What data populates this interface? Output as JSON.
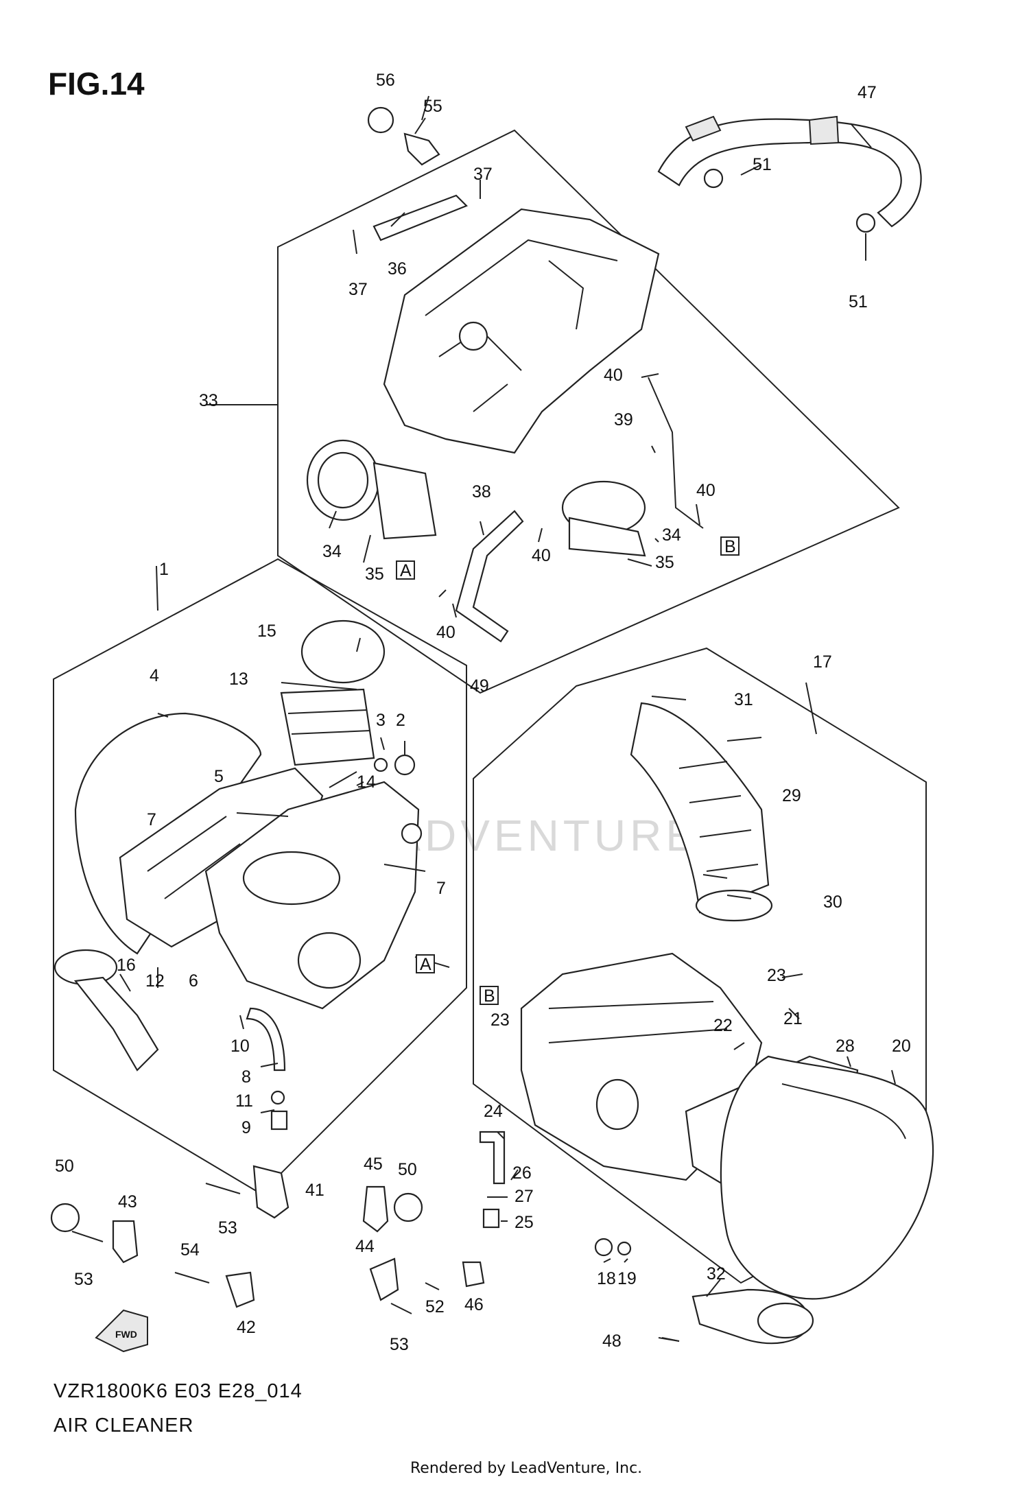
{
  "figure": {
    "title": "FIG.14",
    "model_code": "VZR1800K6 E03 E28_014",
    "section_name": "AIR CLEANER",
    "credit": "Rendered by LeadVenture, Inc.",
    "watermark": "LEADVENTURE"
  },
  "callouts": [
    "1",
    "2",
    "3",
    "4",
    "5",
    "6",
    "7",
    "7",
    "8",
    "9",
    "10",
    "11",
    "12",
    "13",
    "14",
    "15",
    "16",
    "17",
    "18",
    "19",
    "20",
    "21",
    "22",
    "23",
    "23",
    "24",
    "25",
    "26",
    "27",
    "28",
    "29",
    "30",
    "31",
    "32",
    "33",
    "34",
    "34",
    "35",
    "35",
    "36",
    "37",
    "37",
    "38",
    "39",
    "40",
    "40",
    "40",
    "40",
    "41",
    "42",
    "43",
    "44",
    "45",
    "46",
    "47",
    "48",
    "49",
    "50",
    "50",
    "51",
    "51",
    "52",
    "53",
    "53",
    "53",
    "54",
    "55",
    "56"
  ],
  "reference_markers": [
    "A",
    "A",
    "B",
    "B"
  ],
  "fwd_arrow": "FWD"
}
